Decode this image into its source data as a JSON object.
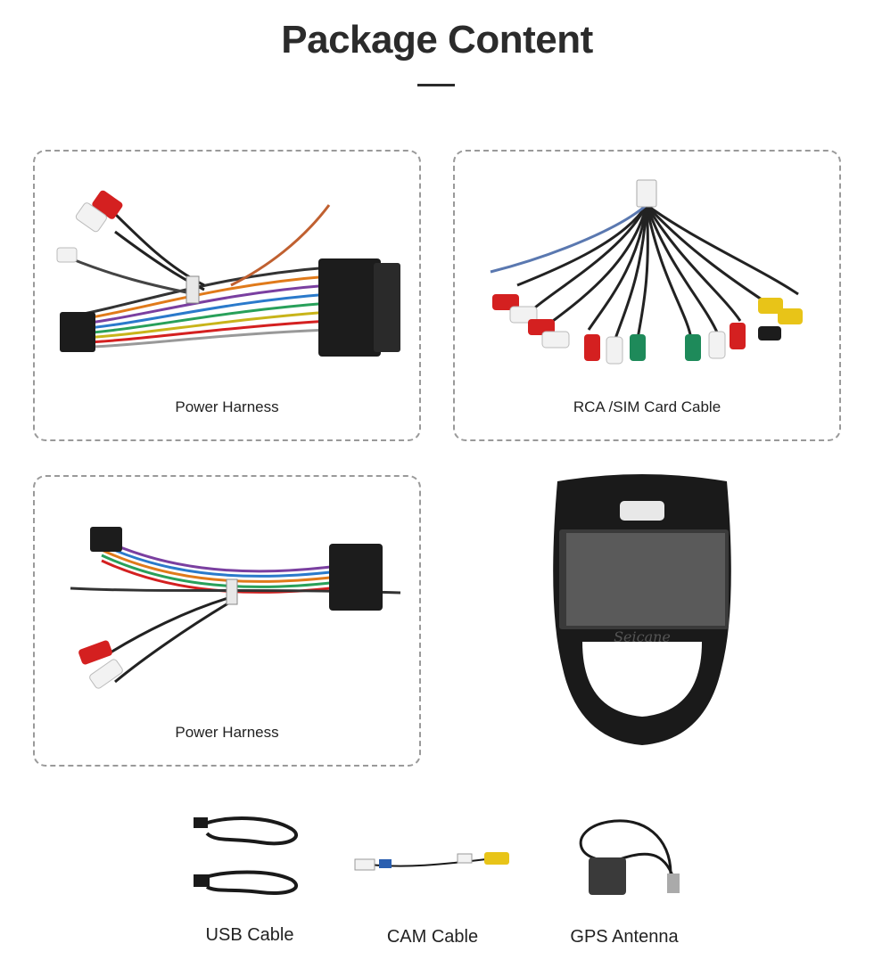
{
  "header": {
    "title": "Package Content"
  },
  "items": {
    "power_harness_1": {
      "label": "Power Harness"
    },
    "rca_sim_cable": {
      "label": "RCA /SIM Card Cable"
    },
    "power_harness_2": {
      "label": "Power Harness"
    },
    "head_unit": {
      "brand": "Seicane"
    },
    "usb_cable": {
      "label": "USB Cable"
    },
    "cam_cable": {
      "label": "CAM Cable"
    },
    "gps_antenna": {
      "label": "GPS Antenna"
    }
  },
  "colors": {
    "text": "#2b2b2b",
    "border": "#9a9a9a",
    "rca_red": "#d42020",
    "rca_white": "#f2f2f2",
    "rca_yellow": "#e8c418",
    "rca_green": "#1e8a5a",
    "connector": "#1c1c1c"
  }
}
